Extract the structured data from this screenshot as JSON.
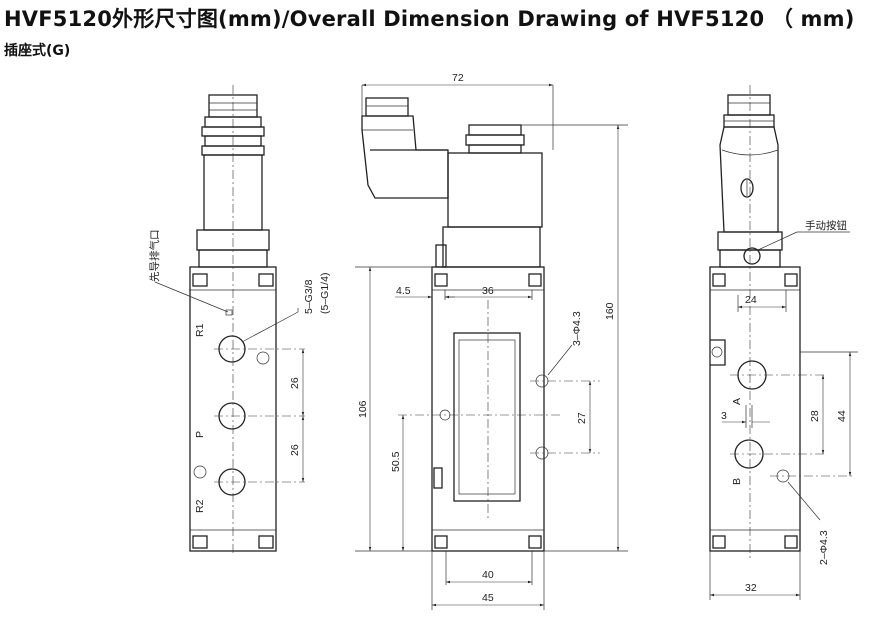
{
  "title": "HVF5120外形尺寸图(mm)/Overall Dimension Drawing of HVF5120 （ mm)",
  "subtitle": "插座式(G)",
  "left_view": {
    "pilot_exhaust_label": "先导排气口",
    "port_thread_label": "5–G3/8",
    "port_thread_alt_label": "(5–G1/4)",
    "port_r1": "R1",
    "port_p": "P",
    "port_r2": "R2",
    "dim_26_upper": "26",
    "dim_26_lower": "26"
  },
  "front_view": {
    "dim_72": "72",
    "dim_4_5": "4.5",
    "dim_36": "36",
    "dim_hole": "3–Φ4.3",
    "dim_160": "160",
    "dim_106": "106",
    "dim_27": "27",
    "dim_50_5": "50.5",
    "dim_40": "40",
    "dim_45": "45"
  },
  "right_view": {
    "manual_button_label": "手动按钮",
    "dim_24": "24",
    "port_a": "A",
    "port_b": "B",
    "dim_3": "3",
    "dim_28": "28",
    "dim_44": "44",
    "dim_hole": "2–Φ4.3",
    "dim_32": "32"
  }
}
